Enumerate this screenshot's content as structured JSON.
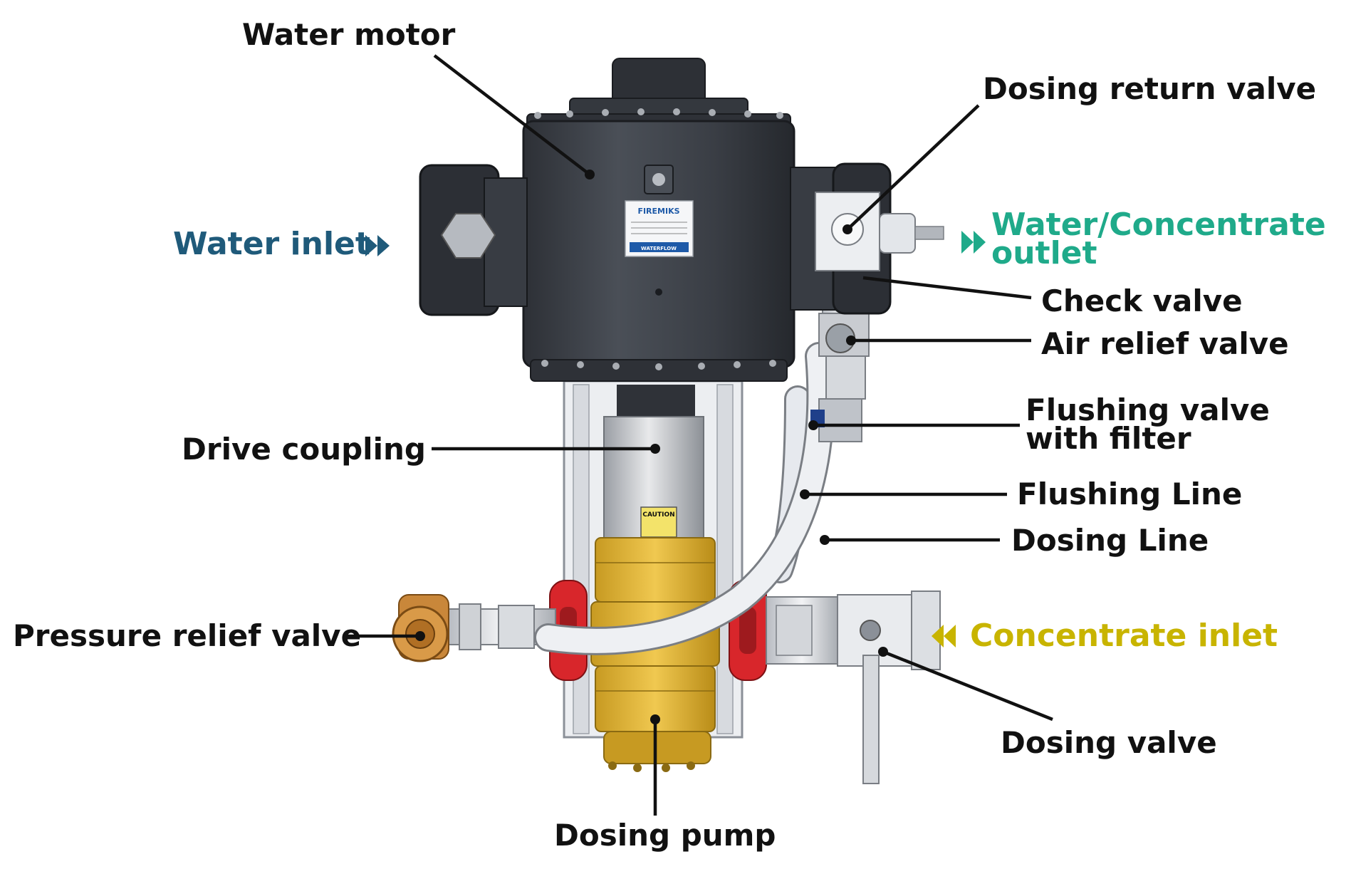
{
  "diagram": {
    "brand": "FIREMIKS",
    "plate_text": "WATERFLOW",
    "caution_text": "CAUTION",
    "labels": {
      "water_motor": "Water motor",
      "dosing_return_valve": "Dosing return valve",
      "water_inlet": "Water inlet",
      "outlet_line1": "Water/Concentrate",
      "outlet_line2": "outlet",
      "check_valve": "Check valve",
      "air_relief_valve": "Air relief valve",
      "flushing_valve_line1": "Flushing valve",
      "flushing_valve_line2": "with filter",
      "drive_coupling": "Drive coupling",
      "flushing_line": "Flushing Line",
      "dosing_line": "Dosing Line",
      "pressure_relief_valve": "Pressure relief valve",
      "concentrate_inlet": "Concentrate inlet",
      "dosing_valve": "Dosing valve",
      "dosing_pump": "Dosing pump"
    },
    "colors": {
      "water_inlet": "#1f5a7a",
      "outlet": "#1faa8a",
      "concentrate": "#c8b400",
      "text": "#111111",
      "housing": "#3b3f46",
      "brass": "#e2b63a",
      "clamp": "#d8262b",
      "hose": "#e6e9ee"
    }
  }
}
